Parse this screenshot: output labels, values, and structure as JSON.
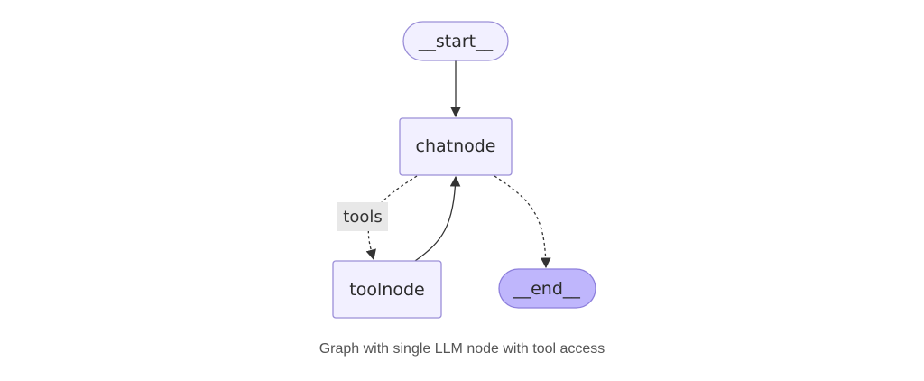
{
  "diagram": {
    "nodes": {
      "start": {
        "label": "__start__",
        "shape": "rounded-pill"
      },
      "chatnode": {
        "label": "chatnode",
        "shape": "rectangle"
      },
      "toolnode": {
        "label": "toolnode",
        "shape": "rectangle"
      },
      "end": {
        "label": "__end__",
        "shape": "rounded-pill"
      }
    },
    "edges": [
      {
        "from": "start",
        "to": "chatnode",
        "style": "solid",
        "label": ""
      },
      {
        "from": "chatnode",
        "to": "toolnode",
        "style": "dashed",
        "label": "tools"
      },
      {
        "from": "toolnode",
        "to": "chatnode",
        "style": "solid",
        "label": ""
      },
      {
        "from": "chatnode",
        "to": "end",
        "style": "dashed",
        "label": ""
      }
    ],
    "edge_label_tools": "tools"
  },
  "caption": "Graph with single LLM node with tool access",
  "colors": {
    "node_fill": "#f2f0ff",
    "node_stroke": "#9b8fd8",
    "end_fill": "#bfb6fc",
    "end_stroke": "#8d7fdc",
    "edge": "#333333",
    "edge_label_bg": "#e8e8e8"
  }
}
